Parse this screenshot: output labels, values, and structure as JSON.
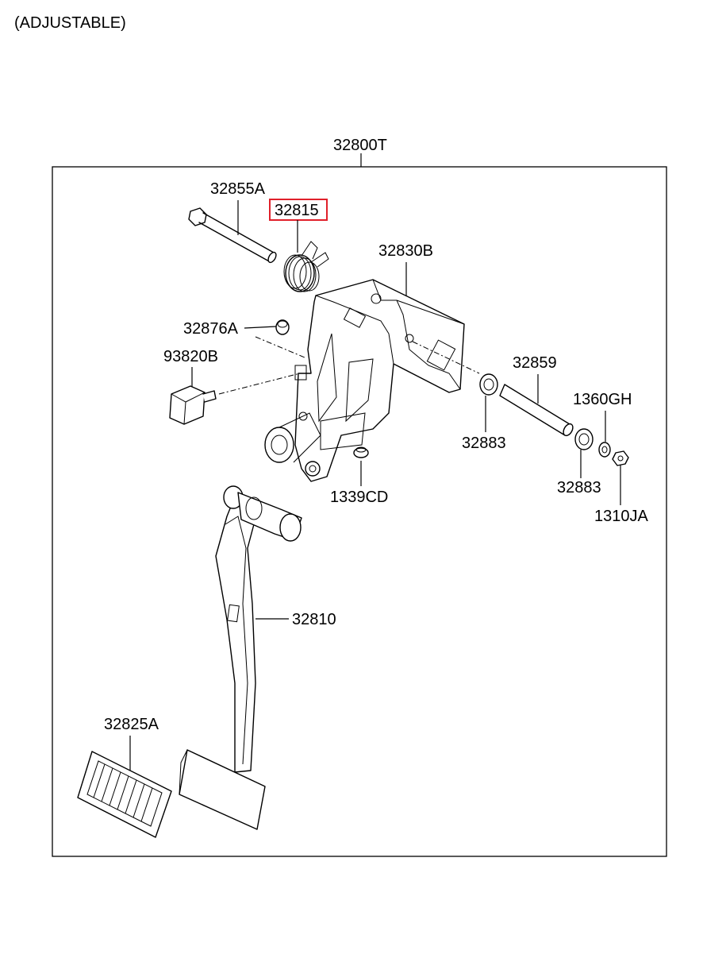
{
  "diagram": {
    "caption": "(ADJUSTABLE)",
    "assembly_label": "32800T",
    "highlight_color": "#e0202a",
    "parts": {
      "p32855A": "32855A",
      "p32815": "32815",
      "p32830B": "32830B",
      "p32876A": "32876A",
      "p93820B": "93820B",
      "p32859": "32859",
      "p1360GH": "1360GH",
      "p32883a": "32883",
      "p32883b": "32883",
      "p1339CD": "1339CD",
      "p1310JA": "1310JA",
      "p32810": "32810",
      "p32825A": "32825A"
    }
  }
}
